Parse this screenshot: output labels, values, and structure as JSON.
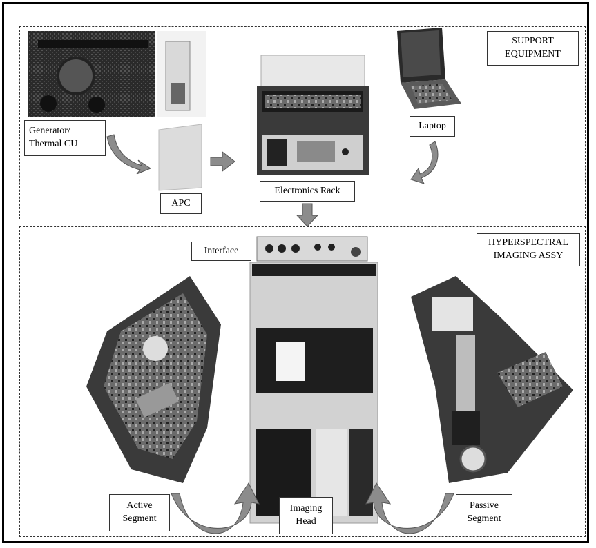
{
  "sections": {
    "support": "SUPPORT\nEQUIPMENT",
    "hyperspectral": "HYPERSPECTRAL\nIMAGING ASSY"
  },
  "labels": {
    "generator": "Generator/\nThermal CU",
    "apc": "APC",
    "rack": "Electronics Rack",
    "laptop": "Laptop",
    "interface": "Interface",
    "active": "Active\nSegment",
    "imaging": "Imaging\nHead",
    "passive": "Passive\nSegment"
  },
  "colors": {
    "arrow_fill": "#8c8c8c",
    "photo_dark": "#1c1c1c",
    "photo_mid": "#7a7a7a",
    "photo_light": "#c8c8c8"
  }
}
